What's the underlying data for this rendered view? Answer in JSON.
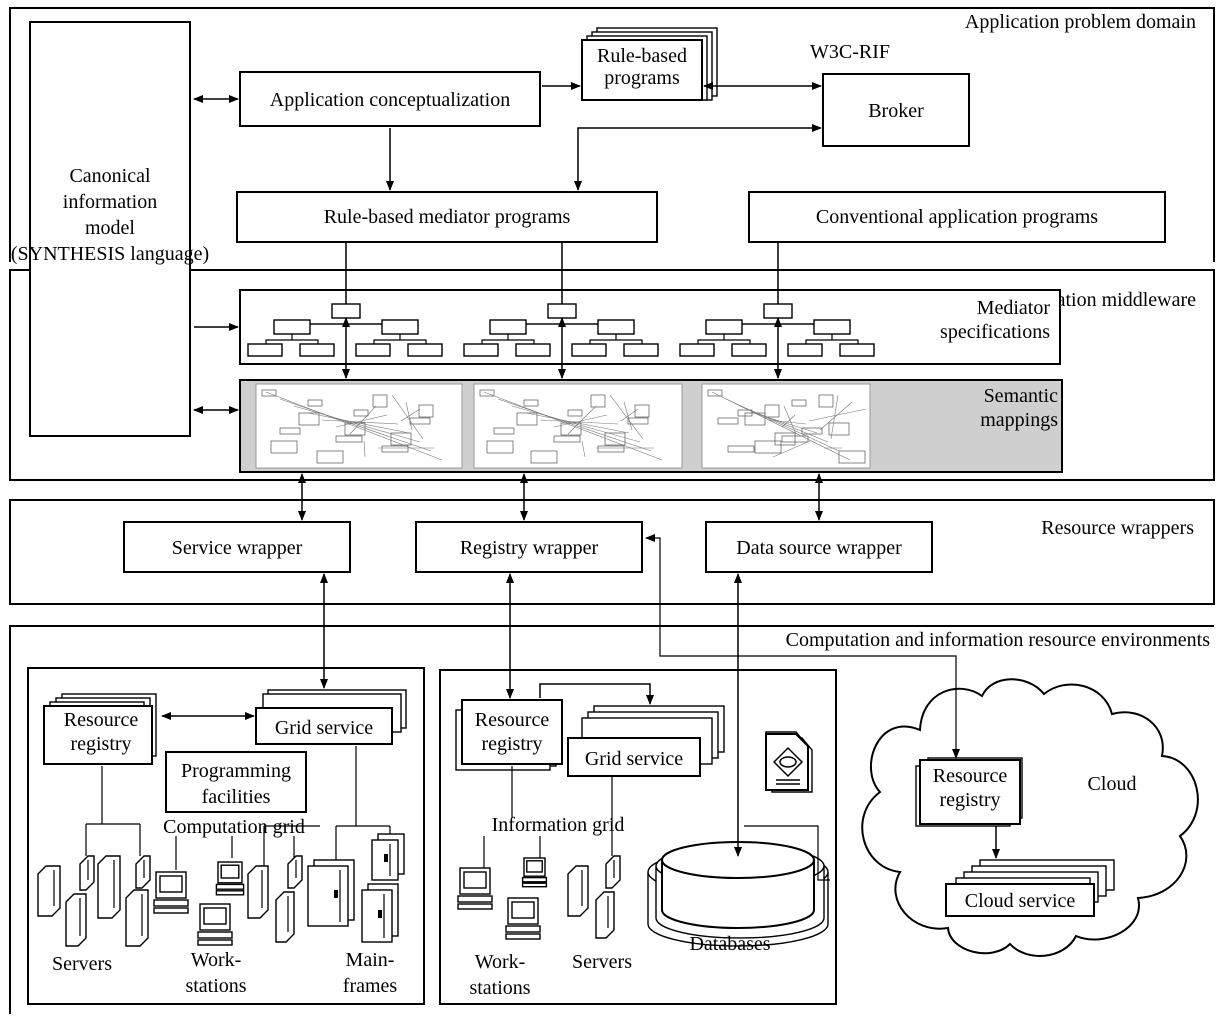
{
  "layers": {
    "application": "Application problem domain",
    "semantic": "Semantic mediation middleware",
    "wrappers": "Resource wrappers",
    "computation": "Computation and information resource environments"
  },
  "canonical_model": "Canonical information model (SYNTHESIS language)",
  "boxes": {
    "app_conceptualization": "Application conceptualization",
    "rule_based_programs": "Rule-based programs",
    "w3c_rif": "W3C-RIF",
    "broker": "Broker",
    "rule_mediator": "Rule-based mediator programs",
    "conventional": "Conventional application programs",
    "mediator_specs": "Mediator specifications",
    "semantic_mappings": "Semantic mappings",
    "service_wrapper": "Service wrapper",
    "registry_wrapper": "Registry wrapper",
    "data_source_wrapper": "Data source wrapper"
  },
  "computation_grid": {
    "resource_registry": "Resource registry",
    "grid_service": "Grid service",
    "programming_facilities": "Programming facilities",
    "caption": "Computation grid",
    "servers": "Servers",
    "workstations": "Work- stations",
    "mainframes": "Main- frames"
  },
  "information_grid": {
    "resource_registry": "Resource registry",
    "grid_service": "Grid service",
    "caption": "Information grid",
    "workstations": "Work- stations",
    "servers": "Servers",
    "databases": "Databases"
  },
  "cloud": {
    "label": "Cloud",
    "resource_registry": "Resource registry",
    "cloud_service": "Cloud service"
  }
}
